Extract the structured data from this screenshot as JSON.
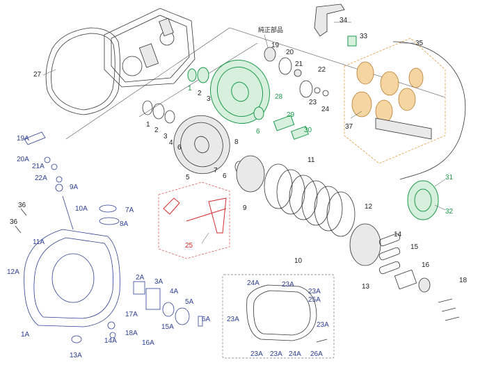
{
  "labels": {
    "l1": "1",
    "l2": "2",
    "l3": "3",
    "l4": "4",
    "l5": "5",
    "l6": "6",
    "l7": "7",
    "l8": "8",
    "l9": "9",
    "l10": "10",
    "l11": "11",
    "l12": "12",
    "l13": "13",
    "l14": "14",
    "l15": "15",
    "l16": "16",
    "l18": "18",
    "l19": "19",
    "l20": "20",
    "l21": "21",
    "l22": "22",
    "l23": "23",
    "l24": "24",
    "l25": "25",
    "l27": "27",
    "l28": "28",
    "l29": "29",
    "l30": "30",
    "l31": "31",
    "l32": "32",
    "l33": "33",
    "l34": "34",
    "l35": "35",
    "l36": "36",
    "l37": "37",
    "l1A": "1A",
    "l2A": "2A",
    "l3A": "3A",
    "l4A": "4A",
    "l5A": "5A",
    "l6A": "6A",
    "l7A": "7A",
    "l8A": "8A",
    "l9A": "9A",
    "l10A": "10A",
    "l11A": "11A",
    "l12A": "12A",
    "l13A": "13A",
    "l14A": "14A",
    "l15A": "15A",
    "l16A": "16A",
    "l17A": "17A",
    "l18A": "18A",
    "l19A": "19A",
    "l20A": "20A",
    "l21A": "21A",
    "l22A": "22A",
    "l23A": "23A",
    "l24A": "24A",
    "l25A": "25A",
    "l26A": "26A"
  },
  "annotation": {
    "genuine_parts": "純正部品"
  },
  "colors": {
    "label_black": "#222222",
    "label_blue": "#2c3e96",
    "label_green": "#1a9a4a",
    "label_red": "#d52b2b",
    "gear_orange": "#f5d6a3",
    "outline_orange": "#e09a3a",
    "outline_red": "#e05a5a"
  }
}
